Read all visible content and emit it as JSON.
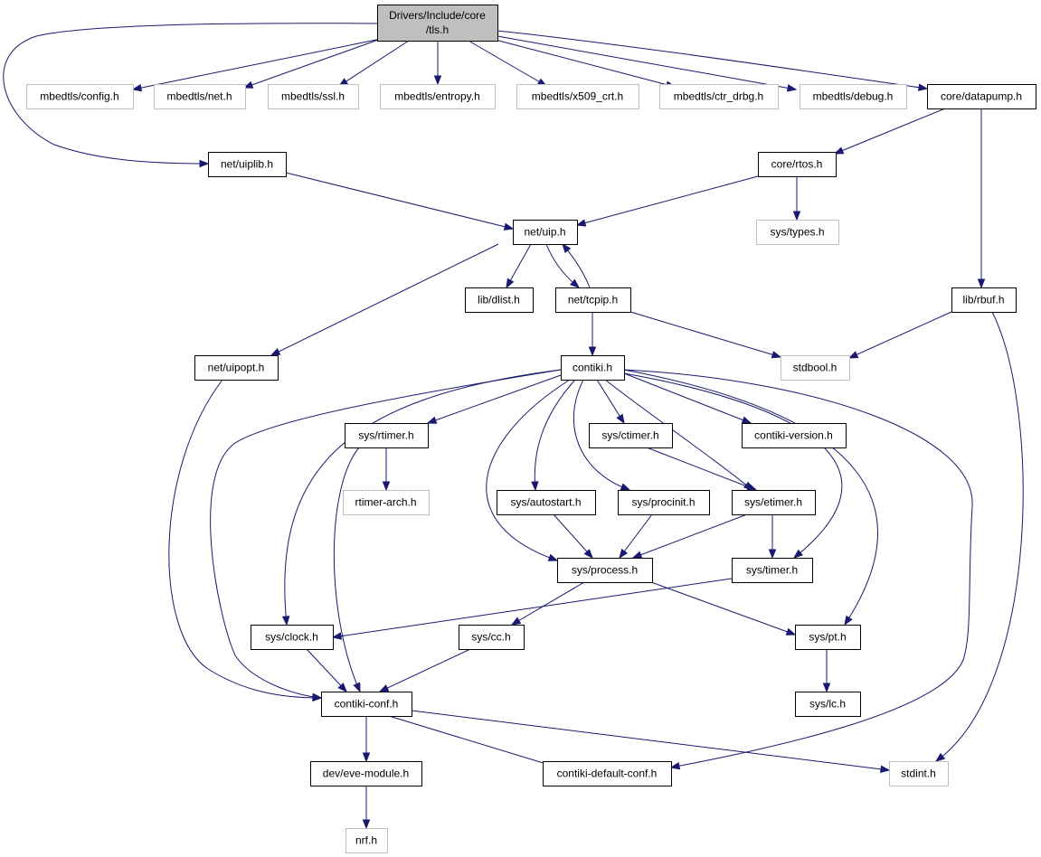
{
  "diagram": {
    "colors": {
      "edge": "#191970",
      "node_border": "#000000",
      "external_border": "#bfbfbf",
      "root_fill": "#bfbfbf",
      "background": "#ffffff"
    },
    "nodes": [
      {
        "id": "tls",
        "label": [
          "Drivers/Include/core",
          "/tls.h"
        ],
        "kind": "root"
      },
      {
        "id": "mbedtls_config",
        "label": [
          "mbedtls/config.h"
        ],
        "kind": "external"
      },
      {
        "id": "mbedtls_net",
        "label": [
          "mbedtls/net.h"
        ],
        "kind": "external"
      },
      {
        "id": "mbedtls_ssl",
        "label": [
          "mbedtls/ssl.h"
        ],
        "kind": "external"
      },
      {
        "id": "mbedtls_entropy",
        "label": [
          "mbedtls/entropy.h"
        ],
        "kind": "external"
      },
      {
        "id": "mbedtls_x509",
        "label": [
          "mbedtls/x509_crt.h"
        ],
        "kind": "external"
      },
      {
        "id": "mbedtls_ctr",
        "label": [
          "mbedtls/ctr_drbg.h"
        ],
        "kind": "external"
      },
      {
        "id": "mbedtls_debug",
        "label": [
          "mbedtls/debug.h"
        ],
        "kind": "external"
      },
      {
        "id": "datapump",
        "label": [
          "core/datapump.h"
        ],
        "kind": "internal"
      },
      {
        "id": "uiplib",
        "label": [
          "net/uiplib.h"
        ],
        "kind": "internal"
      },
      {
        "id": "rtos",
        "label": [
          "core/rtos.h"
        ],
        "kind": "internal"
      },
      {
        "id": "types",
        "label": [
          "sys/types.h"
        ],
        "kind": "external"
      },
      {
        "id": "uip",
        "label": [
          "net/uip.h"
        ],
        "kind": "internal"
      },
      {
        "id": "dlist",
        "label": [
          "lib/dlist.h"
        ],
        "kind": "internal"
      },
      {
        "id": "tcpip",
        "label": [
          "net/tcpip.h"
        ],
        "kind": "internal"
      },
      {
        "id": "rbuf",
        "label": [
          "lib/rbuf.h"
        ],
        "kind": "internal"
      },
      {
        "id": "uipopt",
        "label": [
          "net/uipopt.h"
        ],
        "kind": "internal"
      },
      {
        "id": "contiki",
        "label": [
          "contiki.h"
        ],
        "kind": "internal"
      },
      {
        "id": "stdbool",
        "label": [
          "stdbool.h"
        ],
        "kind": "external"
      },
      {
        "id": "rtimer",
        "label": [
          "sys/rtimer.h"
        ],
        "kind": "internal"
      },
      {
        "id": "ctimer",
        "label": [
          "sys/ctimer.h"
        ],
        "kind": "internal"
      },
      {
        "id": "cversion",
        "label": [
          "contiki-version.h"
        ],
        "kind": "internal"
      },
      {
        "id": "rtimerarch",
        "label": [
          "rtimer-arch.h"
        ],
        "kind": "external"
      },
      {
        "id": "autostart",
        "label": [
          "sys/autostart.h"
        ],
        "kind": "internal"
      },
      {
        "id": "procinit",
        "label": [
          "sys/procinit.h"
        ],
        "kind": "internal"
      },
      {
        "id": "etimer",
        "label": [
          "sys/etimer.h"
        ],
        "kind": "internal"
      },
      {
        "id": "process",
        "label": [
          "sys/process.h"
        ],
        "kind": "internal"
      },
      {
        "id": "timer",
        "label": [
          "sys/timer.h"
        ],
        "kind": "internal"
      },
      {
        "id": "clock",
        "label": [
          "sys/clock.h"
        ],
        "kind": "internal"
      },
      {
        "id": "cc",
        "label": [
          "sys/cc.h"
        ],
        "kind": "internal"
      },
      {
        "id": "pt",
        "label": [
          "sys/pt.h"
        ],
        "kind": "internal"
      },
      {
        "id": "conf",
        "label": [
          "contiki-conf.h"
        ],
        "kind": "internal"
      },
      {
        "id": "lc",
        "label": [
          "sys/lc.h"
        ],
        "kind": "internal"
      },
      {
        "id": "eve",
        "label": [
          "dev/eve-module.h"
        ],
        "kind": "internal"
      },
      {
        "id": "defconf",
        "label": [
          "contiki-default-conf.h"
        ],
        "kind": "internal"
      },
      {
        "id": "stdint",
        "label": [
          "stdint.h"
        ],
        "kind": "external"
      },
      {
        "id": "nrf",
        "label": [
          "nrf.h"
        ],
        "kind": "external"
      }
    ],
    "edges": [
      {
        "from": "tls",
        "to": "mbedtls_config"
      },
      {
        "from": "tls",
        "to": "mbedtls_net"
      },
      {
        "from": "tls",
        "to": "mbedtls_ssl"
      },
      {
        "from": "tls",
        "to": "mbedtls_entropy"
      },
      {
        "from": "tls",
        "to": "mbedtls_x509"
      },
      {
        "from": "tls",
        "to": "mbedtls_ctr"
      },
      {
        "from": "tls",
        "to": "mbedtls_debug"
      },
      {
        "from": "tls",
        "to": "datapump"
      },
      {
        "from": "tls",
        "to": "uiplib"
      },
      {
        "from": "datapump",
        "to": "rtos"
      },
      {
        "from": "datapump",
        "to": "rbuf"
      },
      {
        "from": "uiplib",
        "to": "uip"
      },
      {
        "from": "rtos",
        "to": "uip"
      },
      {
        "from": "rtos",
        "to": "types"
      },
      {
        "from": "uip",
        "to": "dlist"
      },
      {
        "from": "uip",
        "to": "tcpip"
      },
      {
        "from": "uip",
        "to": "uipopt"
      },
      {
        "from": "tcpip",
        "to": "uip"
      },
      {
        "from": "tcpip",
        "to": "contiki"
      },
      {
        "from": "tcpip",
        "to": "stdbool"
      },
      {
        "from": "rbuf",
        "to": "stdbool"
      },
      {
        "from": "rbuf",
        "to": "stdint"
      },
      {
        "from": "uipopt",
        "to": "conf"
      },
      {
        "from": "contiki",
        "to": "rtimer"
      },
      {
        "from": "contiki",
        "to": "ctimer"
      },
      {
        "from": "contiki",
        "to": "cversion"
      },
      {
        "from": "contiki",
        "to": "autostart"
      },
      {
        "from": "contiki",
        "to": "procinit"
      },
      {
        "from": "contiki",
        "to": "etimer"
      },
      {
        "from": "contiki",
        "to": "process"
      },
      {
        "from": "contiki",
        "to": "timer"
      },
      {
        "from": "contiki",
        "to": "clock"
      },
      {
        "from": "contiki",
        "to": "pt"
      },
      {
        "from": "contiki",
        "to": "conf"
      },
      {
        "from": "contiki",
        "to": "defconf"
      },
      {
        "from": "rtimer",
        "to": "rtimerarch"
      },
      {
        "from": "rtimer",
        "to": "conf"
      },
      {
        "from": "ctimer",
        "to": "etimer"
      },
      {
        "from": "autostart",
        "to": "process"
      },
      {
        "from": "procinit",
        "to": "process"
      },
      {
        "from": "etimer",
        "to": "process"
      },
      {
        "from": "etimer",
        "to": "timer"
      },
      {
        "from": "timer",
        "to": "clock"
      },
      {
        "from": "process",
        "to": "cc"
      },
      {
        "from": "process",
        "to": "pt"
      },
      {
        "from": "clock",
        "to": "conf"
      },
      {
        "from": "cc",
        "to": "conf"
      },
      {
        "from": "pt",
        "to": "lc"
      },
      {
        "from": "conf",
        "to": "eve"
      },
      {
        "from": "conf",
        "to": "defconf"
      },
      {
        "from": "conf",
        "to": "stdint"
      },
      {
        "from": "eve",
        "to": "nrf"
      }
    ]
  }
}
